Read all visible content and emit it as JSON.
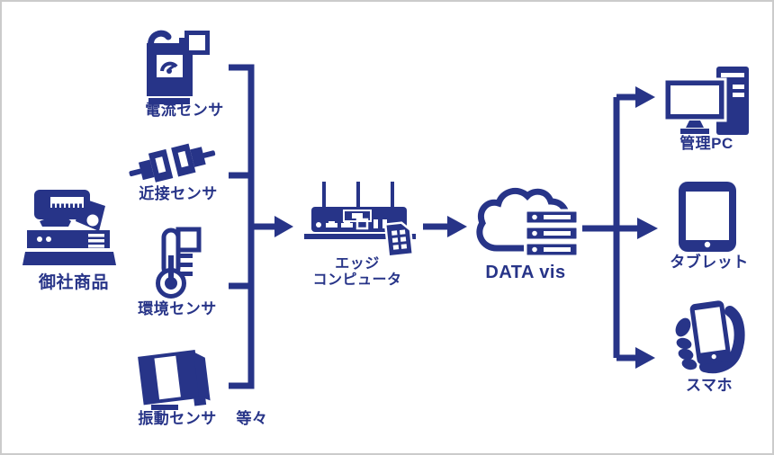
{
  "colors": {
    "accent": "#273488",
    "background": "#ffffff",
    "border": "#cbcbcb"
  },
  "product": {
    "label": "御社商品"
  },
  "sensors": {
    "current": {
      "label": "電流センサ"
    },
    "proximity": {
      "label": "近接センサ"
    },
    "environment": {
      "label": "環境センサ"
    },
    "vibration": {
      "label": "振動センサ"
    },
    "etc_label": "等々"
  },
  "edge_computer": {
    "line1": "エッジ",
    "line2": "コンピュータ"
  },
  "cloud": {
    "label": "DATA vis"
  },
  "outputs": {
    "pc": {
      "label": "管理PC"
    },
    "tablet": {
      "label": "タブレット"
    },
    "smartphone": {
      "label": "スマホ"
    }
  }
}
